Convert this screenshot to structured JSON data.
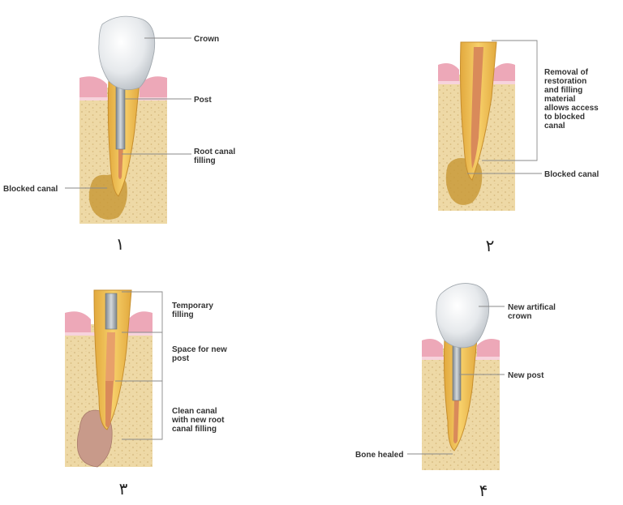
{
  "colors": {
    "bone": "#eed9a6",
    "bone_dot": "#d9bf82",
    "gum": "#eda8b8",
    "gum_light": "#f7d3dc",
    "dentin": "#f0c04d",
    "dentin_dark": "#d9a23a",
    "filling": "#d98a5a",
    "post": "#9aa2a8",
    "crown": "#e9ecee",
    "infection": "#c99a3a",
    "leader": "#8a8a8a"
  },
  "panels": [
    {
      "number": "۱",
      "labels": {
        "crown": "Crown",
        "post": "Post",
        "root_canal_filling": "Root canal\nfilling",
        "blocked_canal": "Blocked canal"
      }
    },
    {
      "number": "۲",
      "labels": {
        "removal": "Removal of\nrestoration\nand filling\nmaterial\nallows access\nto blocked\ncanal",
        "blocked_canal": "Blocked canal"
      }
    },
    {
      "number": "۳",
      "labels": {
        "temporary_filling": "Temporary\nfilling",
        "space_for_new_post": "Space for new\npost",
        "clean_canal": "Clean canal\nwith new root\ncanal filling"
      }
    },
    {
      "number": "۴",
      "labels": {
        "new_crown": "New artifical\ncrown",
        "new_post": "New post",
        "bone_healed": "Bone healed"
      }
    }
  ]
}
